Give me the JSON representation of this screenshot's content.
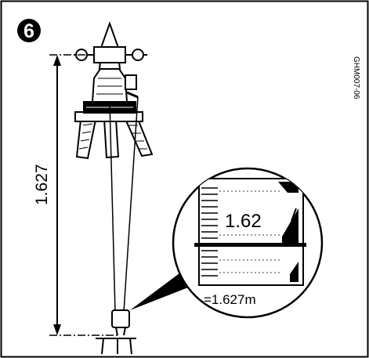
{
  "figure": {
    "step_number": "6",
    "figure_code": "GHM007-06",
    "height_dimension": "1.627",
    "staff_reading": "1.62",
    "result_reading": "=1.627m"
  }
}
